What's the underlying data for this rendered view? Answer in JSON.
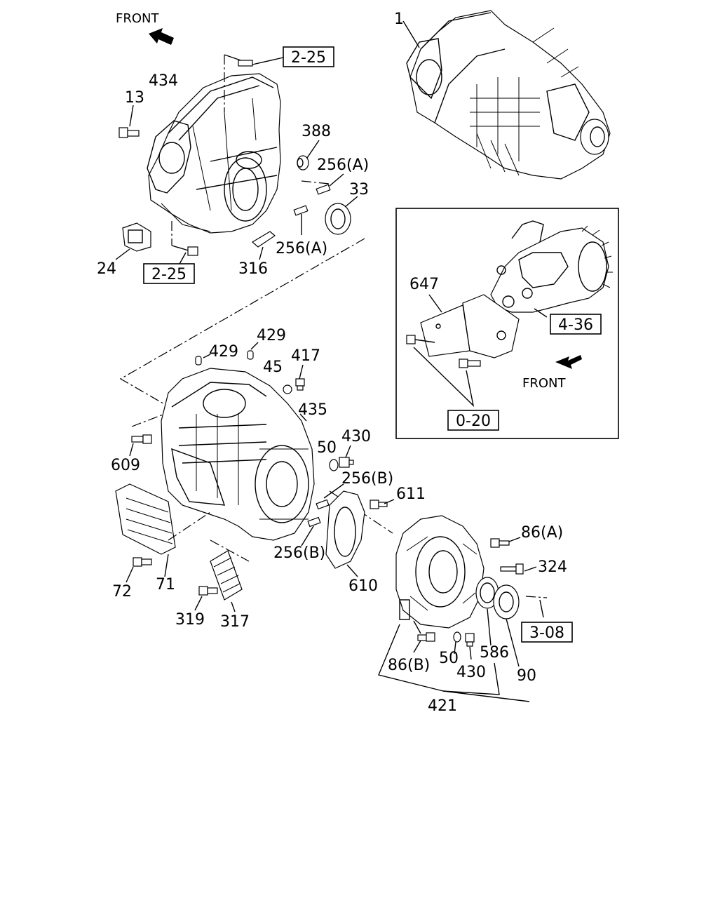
{
  "front_labels": [
    "FRONT",
    "FRONT"
  ],
  "refs": {
    "r1": "2-25",
    "r2": "2-25",
    "r3": "4-36",
    "r4": "0-20",
    "r5": "3-08"
  },
  "parts": {
    "p1": "1",
    "p434": "434",
    "p13": "13",
    "p388": "388",
    "p256a_1": "256(A)",
    "p256a_2": "256(A)",
    "p33": "33",
    "p24": "24",
    "p316": "316",
    "p647": "647",
    "p429_1": "429",
    "p429_2": "429",
    "p45": "45",
    "p417": "417",
    "p435": "435",
    "p609": "609",
    "p50_1": "50",
    "p430_1": "430",
    "p256b_1": "256(B)",
    "p611": "611",
    "p256b_2": "256(B)",
    "p86a": "86(A)",
    "p324": "324",
    "p72": "72",
    "p71": "71",
    "p610": "610",
    "p319": "319",
    "p317": "317",
    "p86b": "86(B)",
    "p50_2": "50",
    "p430_2": "430",
    "p586": "586",
    "p90": "90",
    "p421": "421"
  }
}
